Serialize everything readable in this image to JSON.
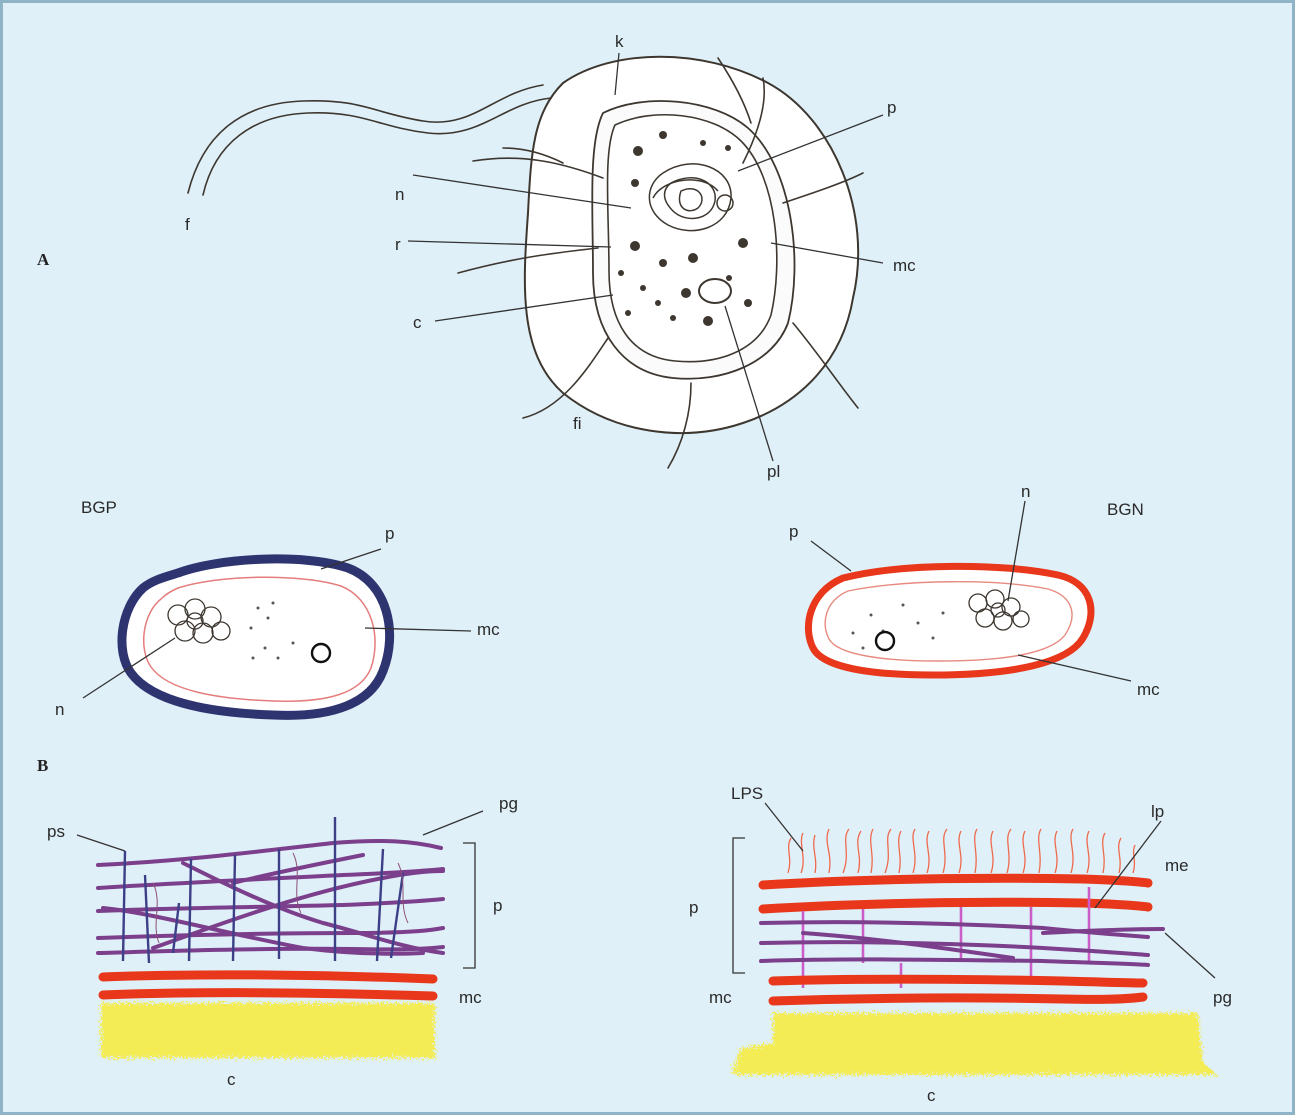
{
  "panel_a": {
    "section_label": "A",
    "labels": {
      "k": "k",
      "p": "p",
      "n": "n",
      "f": "f",
      "r": "r",
      "mc": "mc",
      "c": "c",
      "fi": "fi",
      "pl": "pl"
    }
  },
  "cells": {
    "gram_positive": {
      "title": "BGP",
      "p": "p",
      "mc": "mc",
      "n": "n"
    },
    "gram_negative": {
      "title": "BGN",
      "n": "n",
      "p": "p",
      "mc": "mc"
    }
  },
  "panel_b": {
    "section_label": "B",
    "left_wall": {
      "ps": "ps",
      "pg": "pg",
      "p": "p",
      "mc": "mc",
      "c": "c"
    },
    "right_wall": {
      "lps": "LPS",
      "lp": "lp",
      "me": "me",
      "p": "p",
      "pg": "pg",
      "mc": "mc",
      "c": "c"
    }
  },
  "colors": {
    "background": "#dff0f8",
    "outline": "#3d3730",
    "gram_positive_wall": "#2e3470",
    "membrane_red": "#e8371b",
    "peptidoglycan_purple": "#7b3f8c",
    "pseudo_strand_blue": "#3d3f88",
    "lipoprotein_pink": "#cc5cc8",
    "cytoplasm_yellow": "#f3ec55"
  }
}
